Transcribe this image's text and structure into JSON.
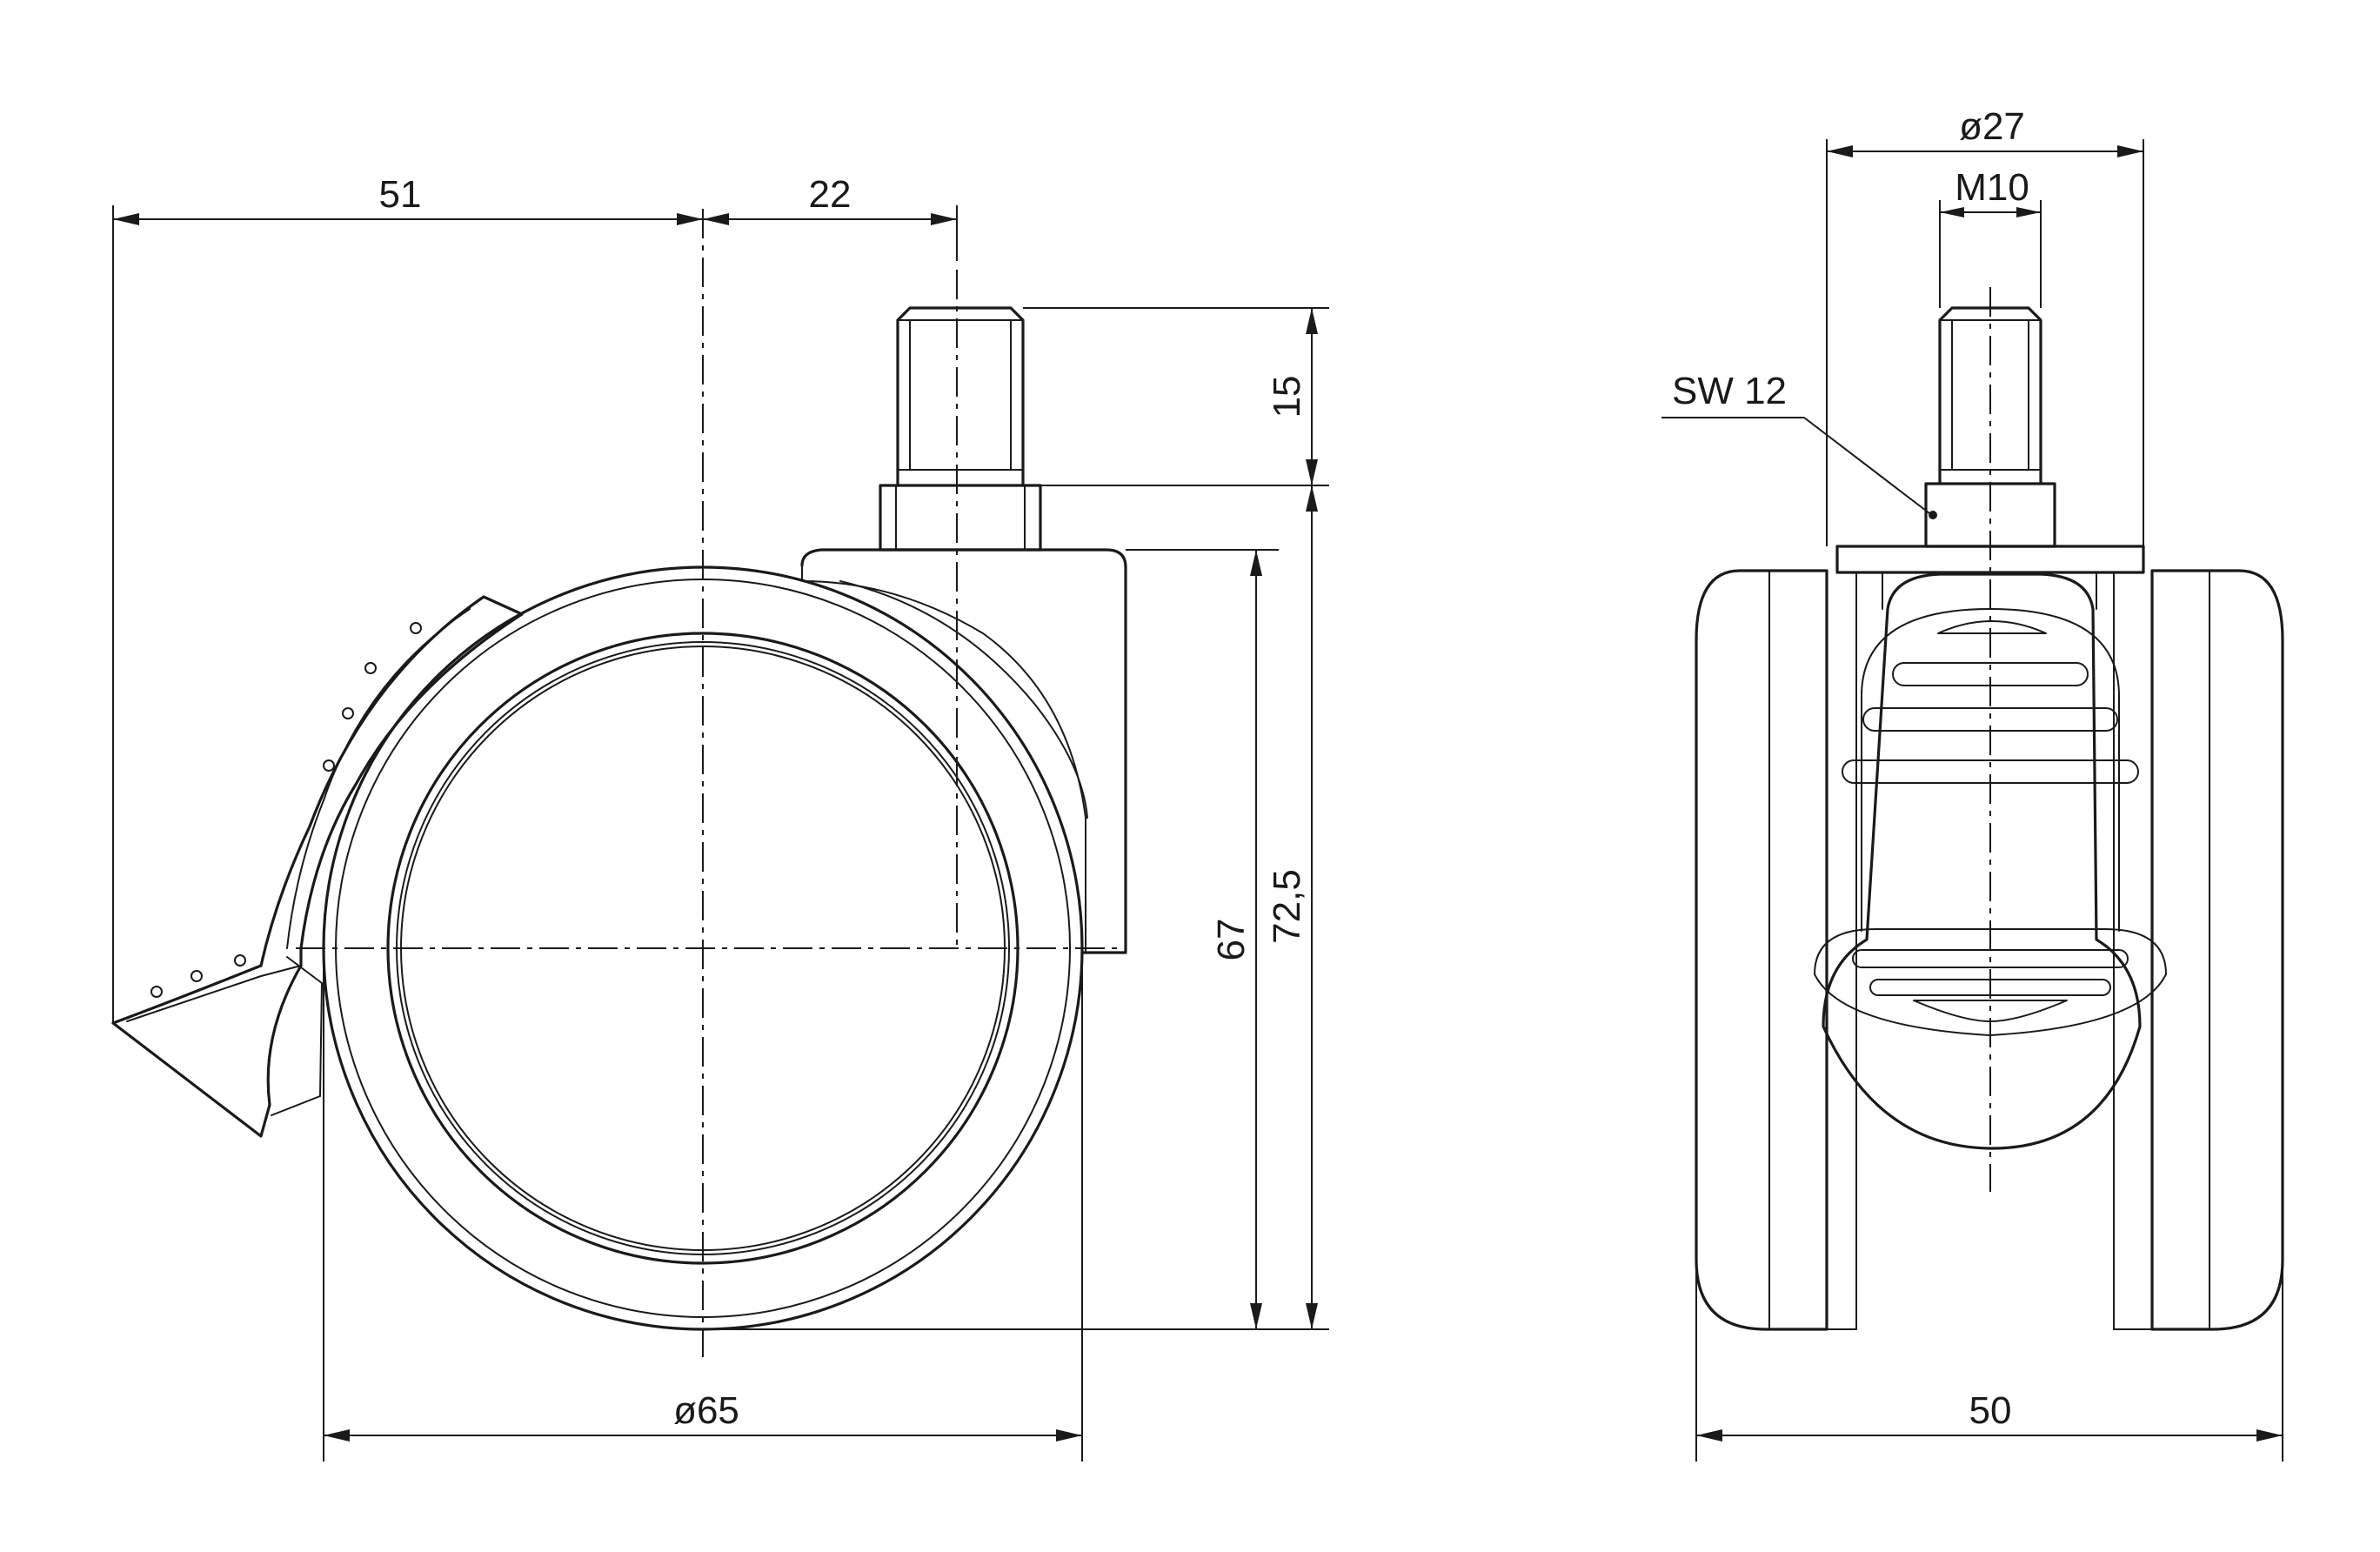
{
  "side_view": {
    "width_left": "51",
    "width_right": "22",
    "stem_length": "15",
    "housing_height": "67",
    "total_height": "72,5",
    "wheel_diameter": "ø65"
  },
  "front_view": {
    "plate_diameter": "ø27",
    "thread": "M10",
    "wrench_size": "SW 12",
    "total_width": "50"
  },
  "colors": {
    "line": "#1a1a1a",
    "background": "#ffffff"
  }
}
